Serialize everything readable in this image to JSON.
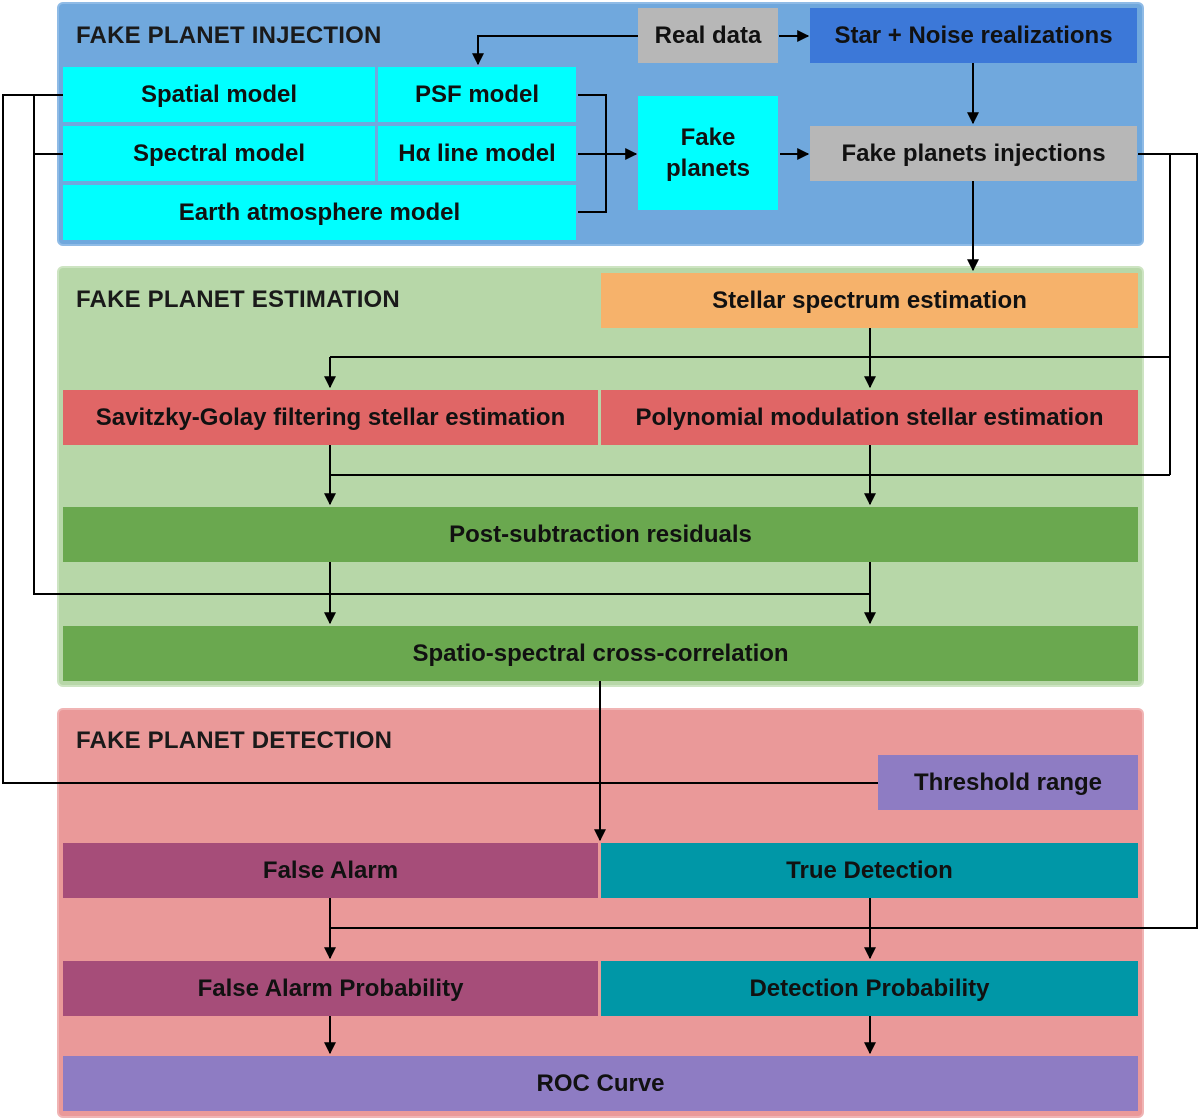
{
  "sections": {
    "injection": "FAKE PLANET INJECTION",
    "estimation": "FAKE PLANET ESTIMATION",
    "detection": "FAKE PLANET DETECTION"
  },
  "injection": {
    "real_data": "Real data",
    "star_noise": "Star + Noise realizations",
    "spatial_model": "Spatial model",
    "psf_model": "PSF model",
    "spectral_model": "Spectral model",
    "halpha_model": "Hα line model",
    "earth_model": "Earth atmosphere model",
    "fake_planets": "Fake planets",
    "fake_injections": "Fake planets injections"
  },
  "estimation": {
    "stellar_spectrum": "Stellar spectrum estimation",
    "savitzky": "Savitzky-Golay filtering stellar estimation",
    "polynomial": "Polynomial modulation stellar estimation",
    "residuals": "Post-subtraction residuals",
    "cross_correlation": "Spatio-spectral cross-correlation"
  },
  "detection": {
    "threshold": "Threshold range",
    "false_alarm": "False Alarm",
    "true_detection": "True Detection",
    "false_alarm_prob": "False Alarm Probability",
    "detection_prob": "Detection Probability",
    "roc_curve": "ROC Curve"
  },
  "colors": {
    "injection_bg": "#70a8dd",
    "estimation_bg": "#b7d7a8",
    "detection_bg": "#ea9999",
    "model_box": "#00ffff",
    "data_box": "#b7b7b7",
    "noise_box": "#3c78d8",
    "stellar_box": "#f6b26b",
    "estimation_box": "#e06666",
    "residual_box": "#6aa84f",
    "threshold_box": "#8e7cc3",
    "false_box": "#a64d79",
    "true_box": "#0097a7"
  }
}
